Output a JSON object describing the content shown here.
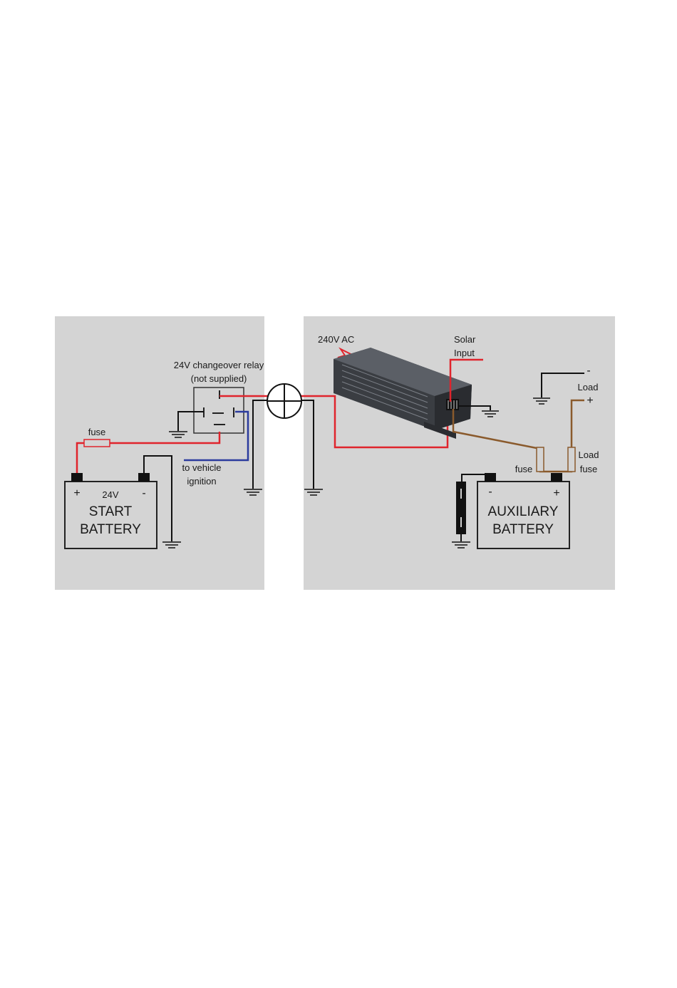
{
  "colors": {
    "panel_bg": "#d4d4d4",
    "positive_wire": "#e0242c",
    "negative_wire": "#111111",
    "ignition_wire": "#2b3b9e",
    "load_wire": "#8a5a2c"
  },
  "left_panel": {
    "relay": {
      "title_line1": "24V changeover relay",
      "title_line2": "(not supplied)"
    },
    "fuse_label": "fuse",
    "ignition_line1": "to vehicle",
    "ignition_line2": "ignition",
    "start_battery": {
      "plus": "+",
      "minus": "-",
      "voltage": "24V",
      "name_line1": "START",
      "name_line2": "BATTERY"
    }
  },
  "right_panel": {
    "ac_label": "240V AC",
    "solar_line1": "Solar",
    "solar_line2": "Input",
    "load_minus": "-",
    "load_label": "Load",
    "load_plus": "+",
    "fuse_label": "fuse",
    "load_fuse_line1": "Load",
    "load_fuse_line2": "fuse",
    "aux_battery": {
      "minus": "-",
      "plus": "+",
      "name_line1": "AUXILIARY",
      "name_line2": "BATTERY"
    }
  }
}
